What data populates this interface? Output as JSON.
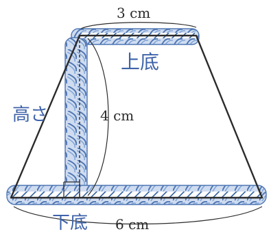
{
  "labels": {
    "top_measure": "3 cm",
    "height_measure": "4 cm",
    "bottom_measure": "6 cm"
  },
  "annotations": {
    "upper_base": "上底",
    "height": "高さ",
    "lower_base": "下底"
  },
  "colors": {
    "outline": "#2b2b2b",
    "rope": "#7fa3d6",
    "rope_dark": "#4f76b3",
    "handwriting": "#3d62a8",
    "measure_text": "#2a2a2a"
  }
}
